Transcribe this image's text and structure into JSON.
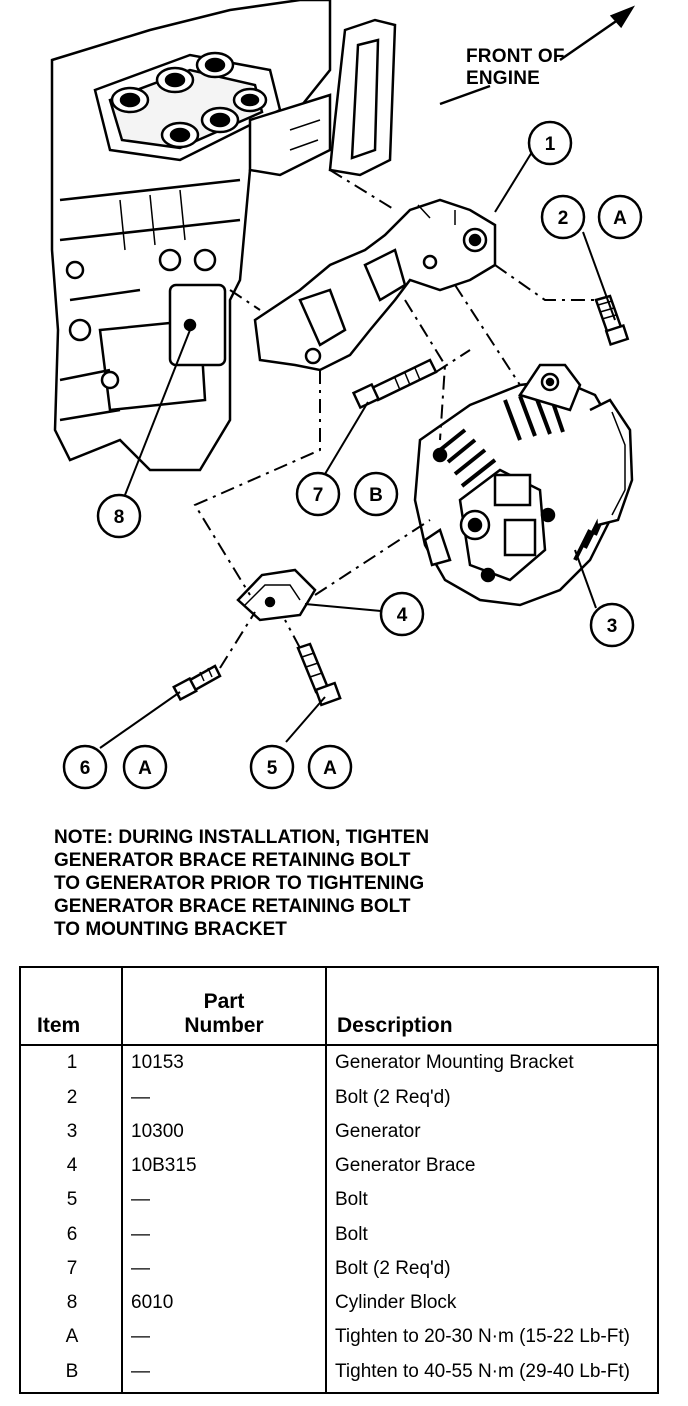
{
  "front_label": [
    "FRONT OF",
    "ENGINE"
  ],
  "callouts": [
    {
      "id": "c1",
      "label": "1"
    },
    {
      "id": "c2",
      "label": "2"
    },
    {
      "id": "c2a",
      "label": "A"
    },
    {
      "id": "c3",
      "label": "3"
    },
    {
      "id": "c4",
      "label": "4"
    },
    {
      "id": "c5",
      "label": "5"
    },
    {
      "id": "c5a",
      "label": "A"
    },
    {
      "id": "c6",
      "label": "6"
    },
    {
      "id": "c6a",
      "label": "A"
    },
    {
      "id": "c7",
      "label": "7"
    },
    {
      "id": "c7b",
      "label": "B"
    },
    {
      "id": "c8",
      "label": "8"
    }
  ],
  "note": [
    "NOTE: DURING INSTALLATION, TIGHTEN",
    "GENERATOR BRACE RETAINING BOLT",
    "TO GENERATOR PRIOR TO TIGHTENING",
    "GENERATOR BRACE RETAINING BOLT",
    "TO MOUNTING BRACKET"
  ],
  "table": {
    "headers": {
      "item": "Item",
      "part_line1": "Part",
      "part_line2": "Number",
      "description": "Description"
    },
    "rows": [
      {
        "item": "1",
        "part": "10153",
        "description": "Generator Mounting Bracket"
      },
      {
        "item": "2",
        "part": "—",
        "description": "Bolt (2 Req'd)"
      },
      {
        "item": "3",
        "part": "10300",
        "description": "Generator"
      },
      {
        "item": "4",
        "part": "10B315",
        "description": "Generator Brace"
      },
      {
        "item": "5",
        "part": "—",
        "description": "Bolt"
      },
      {
        "item": "6",
        "part": "—",
        "description": "Bolt"
      },
      {
        "item": "7",
        "part": "—",
        "description": "Bolt (2 Req'd)"
      },
      {
        "item": "8",
        "part": "6010",
        "description": "Cylinder Block"
      },
      {
        "item": "A",
        "part": "—",
        "description": "Tighten to 20-30 N·m (15-22 Lb-Ft)"
      },
      {
        "item": "B",
        "part": "—",
        "description": "Tighten to 40-55 N·m (29-40 Lb-Ft)"
      }
    ]
  }
}
